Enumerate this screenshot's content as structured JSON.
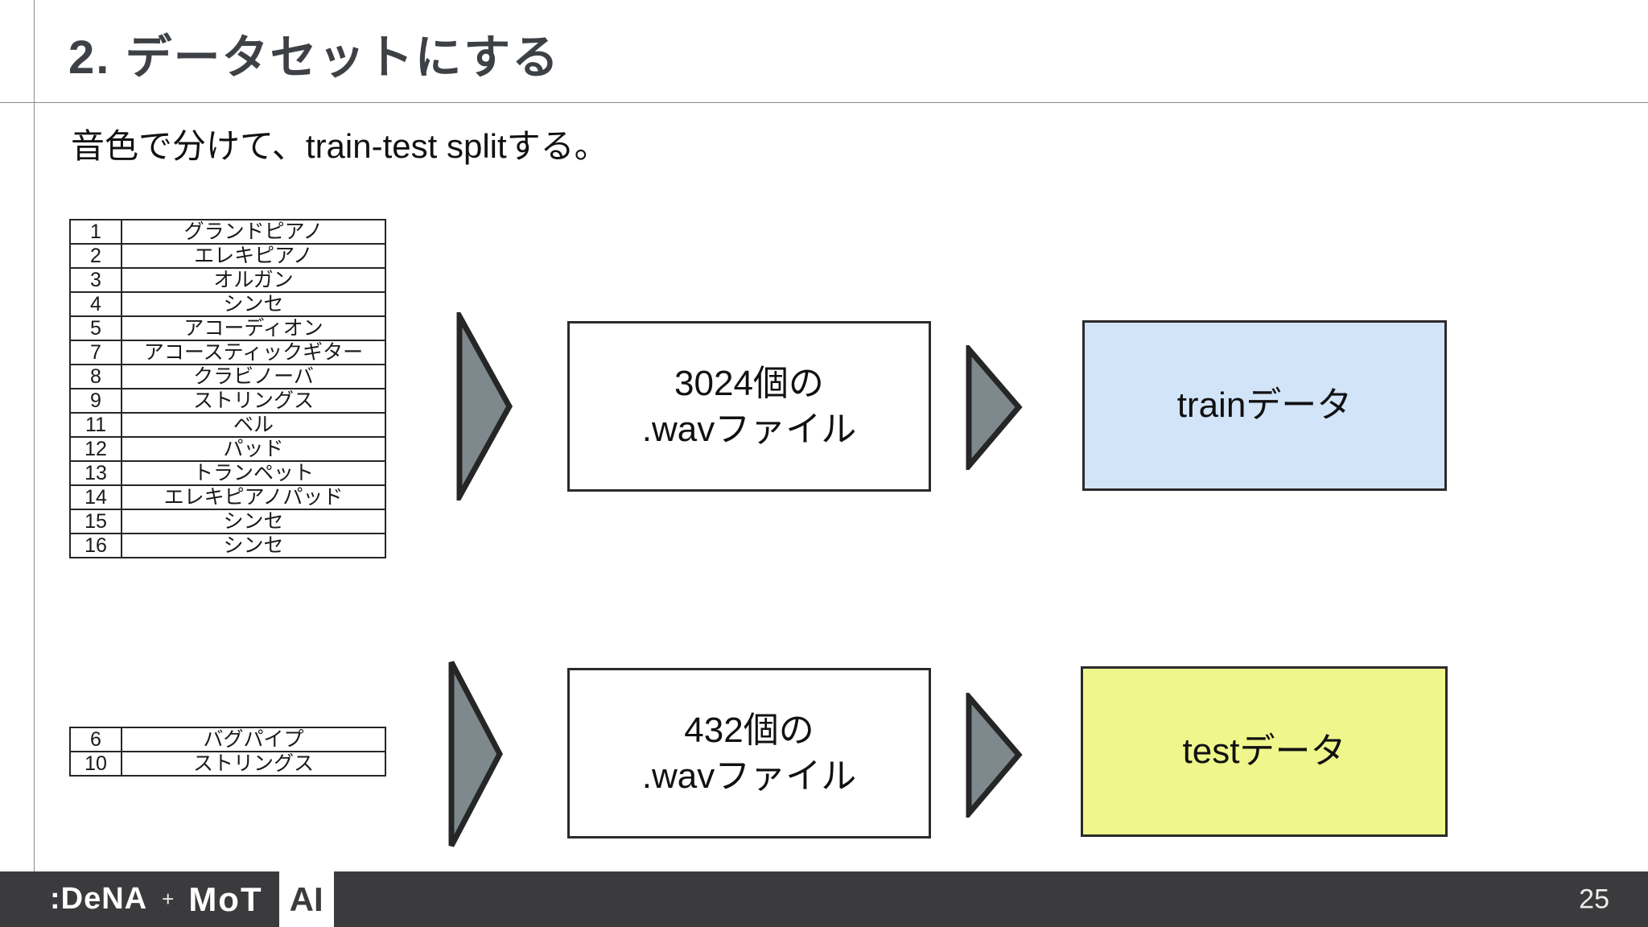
{
  "slide": {
    "title": "2. データセットにする",
    "subtitle": "音色で分けて、train-test splitする。",
    "page_number": "25"
  },
  "train_table": {
    "rows": [
      {
        "num": "1",
        "name": "グランドピアノ"
      },
      {
        "num": "2",
        "name": "エレキピアノ"
      },
      {
        "num": "3",
        "name": "オルガン"
      },
      {
        "num": "4",
        "name": "シンセ"
      },
      {
        "num": "5",
        "name": "アコーディオン"
      },
      {
        "num": "7",
        "name": "アコースティックギター"
      },
      {
        "num": "8",
        "name": "クラビノーバ"
      },
      {
        "num": "9",
        "name": "ストリングス"
      },
      {
        "num": "11",
        "name": "ベル"
      },
      {
        "num": "12",
        "name": "パッド"
      },
      {
        "num": "13",
        "name": "トランペット"
      },
      {
        "num": "14",
        "name": "エレキピアノパッド"
      },
      {
        "num": "15",
        "name": "シンセ"
      },
      {
        "num": "16",
        "name": "シンセ"
      }
    ]
  },
  "test_table": {
    "rows": [
      {
        "num": "6",
        "name": "バグパイプ"
      },
      {
        "num": "10",
        "name": "ストリングス"
      }
    ]
  },
  "flow": {
    "wav_train_line1": "3024個の",
    "wav_train_line2": ".wavファイル",
    "wav_test_line1": "432個の",
    "wav_test_line2": ".wavファイル",
    "train_label": "trainデータ",
    "test_label": "testデータ"
  },
  "footer": {
    "logo_dena": ":DeNA",
    "logo_plus": "+",
    "logo_mot": "MoT",
    "logo_ai": "AI"
  },
  "colors": {
    "train_box": "#d2e4f8",
    "test_box": "#eff68b",
    "arrow_fill": "#7d898d",
    "arrow_stroke": "#262626",
    "footer_bg": "#3b3b3d"
  }
}
